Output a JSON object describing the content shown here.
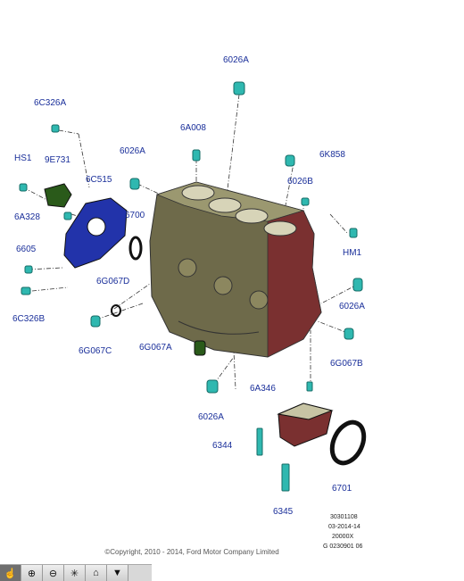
{
  "part_labels": {
    "l6026A_top": "6026A",
    "l6C326A": "6C326A",
    "l6A008": "6A008",
    "l6026A_left": "6026A",
    "l6K858": "6K858",
    "lHS1": "HS1",
    "l9E731": "9E731",
    "l6C515": "6C515",
    "l6026B": "6026B",
    "l6A328": "6A328",
    "l6700": "6700",
    "l6605": "6605",
    "lHM1": "HM1",
    "l6G067D": "6G067D",
    "l6C326B": "6C326B",
    "l6026A_right": "6026A",
    "l6G067C": "6G067C",
    "l6G067A": "6G067A",
    "l6G067B": "6G067B",
    "l6A346": "6A346",
    "l6026A_bottom": "6026A",
    "l6344": "6344",
    "l6701": "6701",
    "l6345": "6345"
  },
  "reference_codes": [
    "30301108",
    "03-2014-14",
    "20000X",
    "G 0230901 06"
  ],
  "copyright": "©Copyright, 2010 - 2014, Ford Motor Company Limited",
  "toolbar": {
    "pointer_icon": "pointer-icon",
    "zoom_in_icon": "zoom-in-icon",
    "zoom_out_icon": "zoom-out-icon",
    "fit_icon": "fit-icon",
    "home_icon": "home-icon",
    "menu_icon": "dropdown-icon"
  },
  "colors": {
    "label": "#1a2f9a",
    "part_cyan": "#2fb8b0",
    "gasket_blue": "#2233aa"
  }
}
